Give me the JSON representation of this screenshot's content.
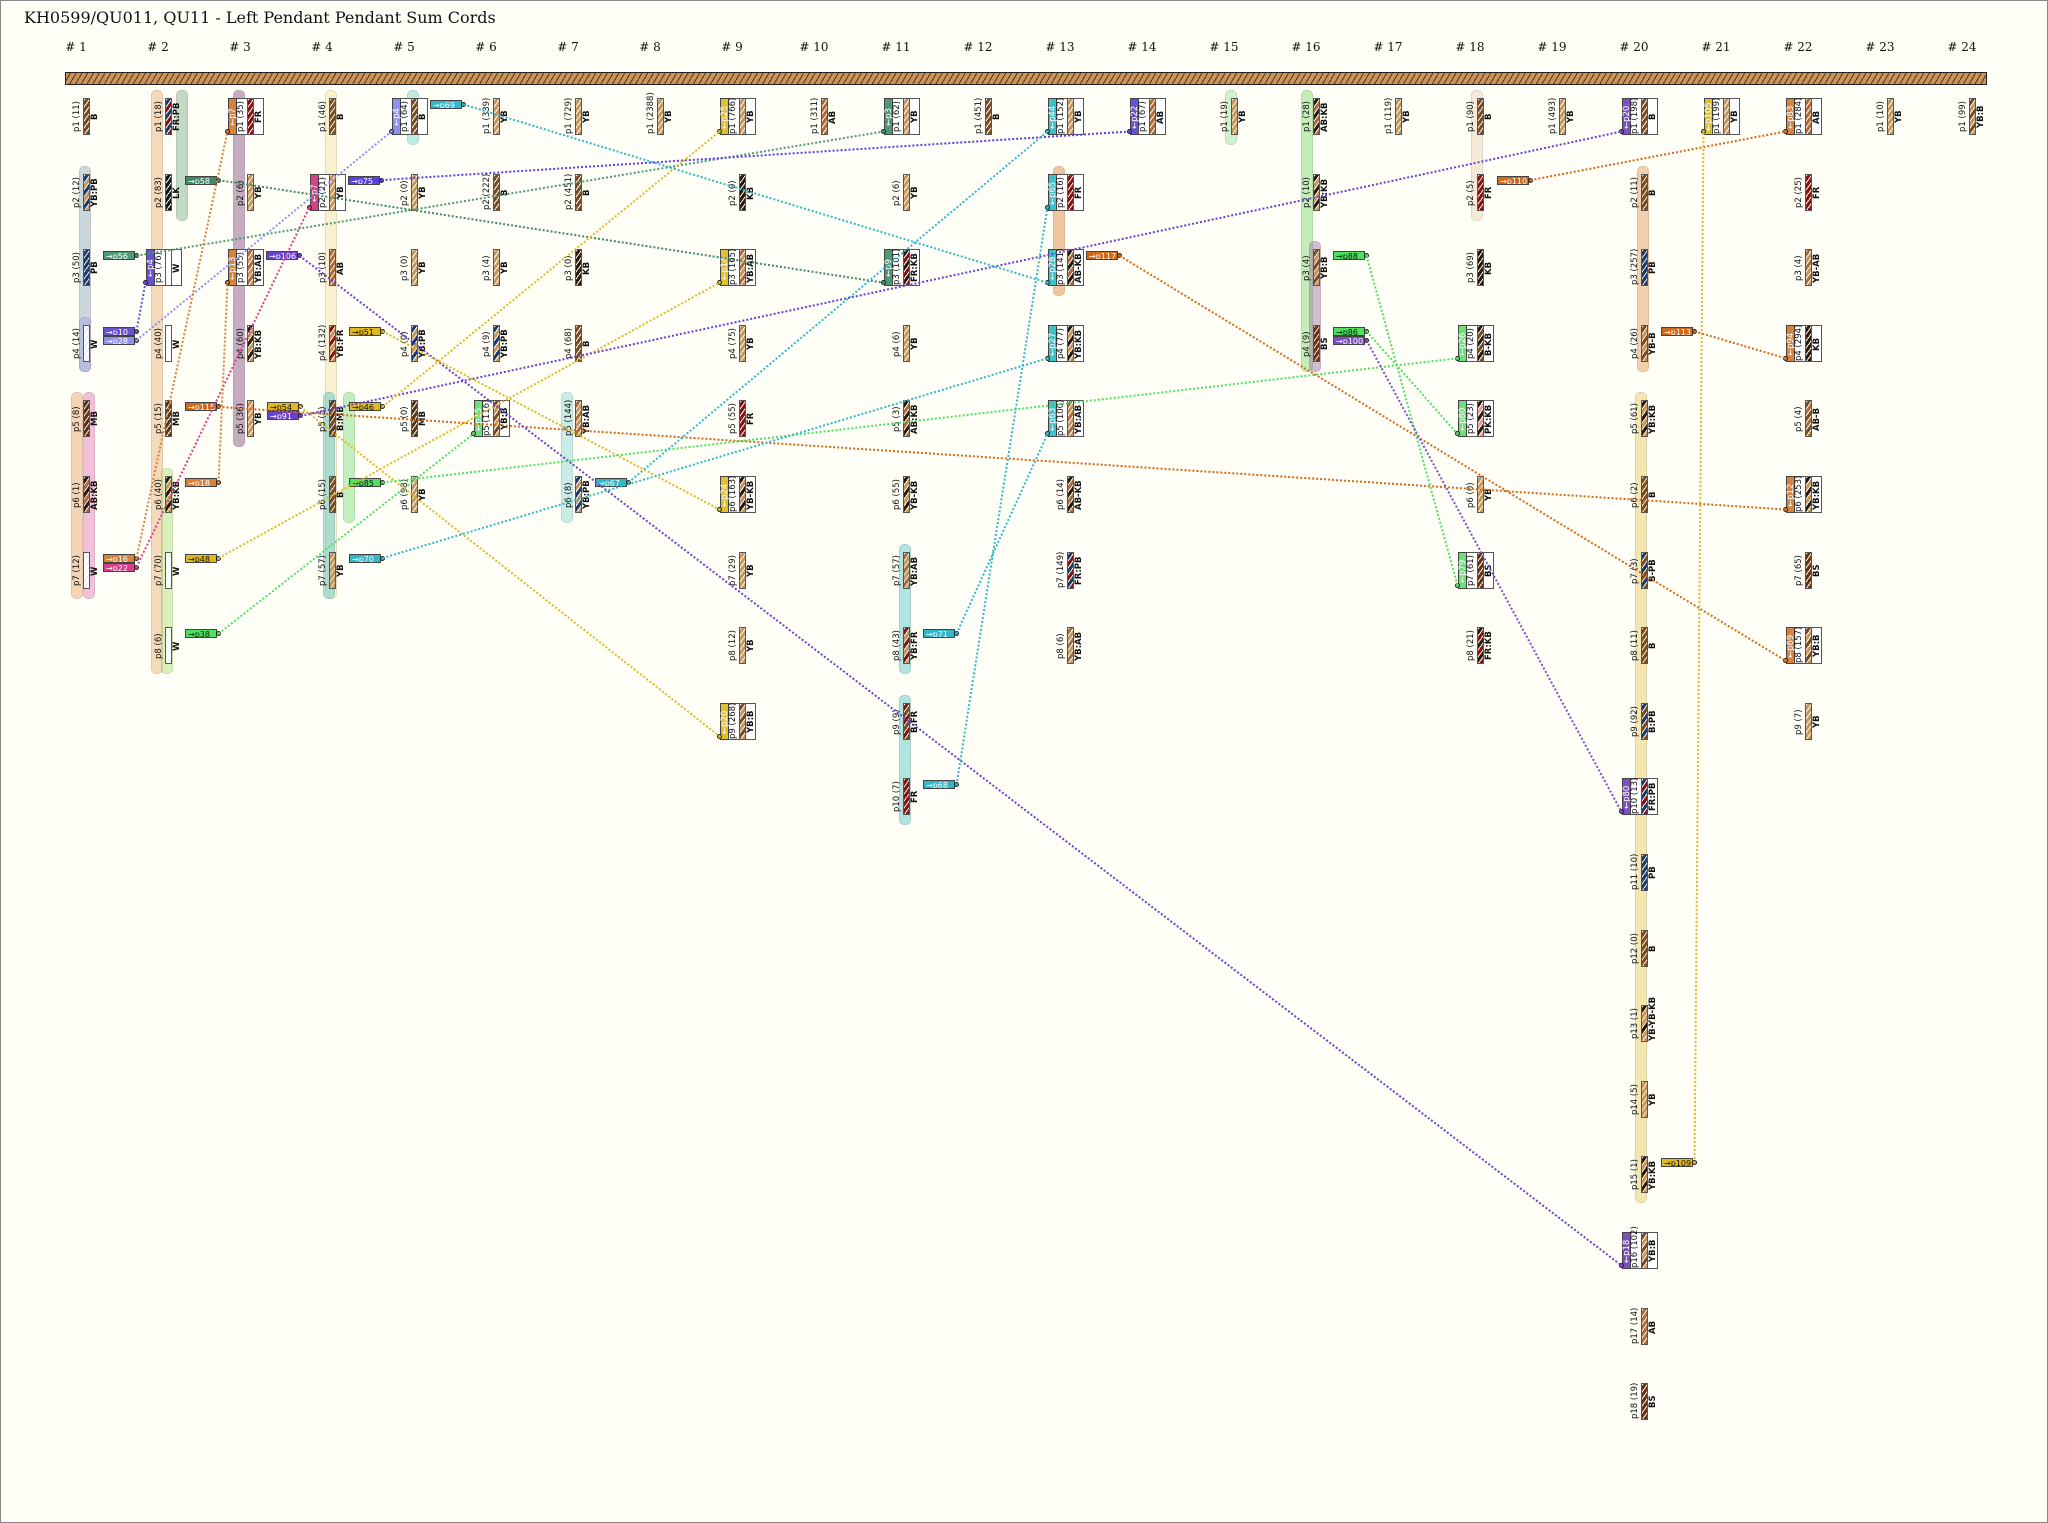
{
  "title": "KH0599/QU011, QU11 - Left Pendant Pendant Sum Cords",
  "color_codes": {
    "YB": "#c8955a",
    "B": "#7a4a22",
    "KB": "#2a1808",
    "AB": "#b06a3a",
    "FR": "#8a1010",
    "PB": "#1a3a6a",
    "W": "#ffffff",
    "MB": "#5a3418",
    "LK": "#111111",
    "BS": "#6a2e10",
    "PK": "#f09a9a"
  },
  "columns": [
    {
      "label": "# 1",
      "pendants": [
        {
          "l": "p1 (11)",
          "c": "B"
        },
        {
          "l": "p2 (12)",
          "c": "YB:PB"
        },
        {
          "l": "p3 (50)",
          "c": "PB",
          "out": [
            {
              "l": "→p56",
              "c": "#4e9a72"
            }
          ]
        },
        {
          "l": "p4 (14)",
          "c": "W",
          "out": [
            {
              "l": "→p10",
              "c": "#6a50d0"
            },
            {
              "l": "→p28",
              "c": "#8f8ff0"
            }
          ]
        },
        {
          "l": "p5 (8)",
          "c": "MB"
        },
        {
          "l": "p6 (1)",
          "c": "AB:KB"
        },
        {
          "l": "p7 (12)",
          "c": "W",
          "out": [
            {
              "l": "→p16",
              "c": "#d8823a"
            },
            {
              "l": "→p22",
              "c": "#d8408a"
            }
          ]
        }
      ]
    },
    {
      "label": "# 2",
      "pendants": [
        {
          "l": "p1 (18)",
          "c": "FR:PB"
        },
        {
          "l": "p2 (83)",
          "c": "LK",
          "out": [
            {
              "l": "→p58",
              "c": "#3e8a62"
            }
          ]
        },
        {
          "l": "p3 (76)",
          "c": "W",
          "in": "←p4",
          "ic": "#6a50d0"
        },
        {
          "l": "p4 (40)",
          "c": "W"
        },
        {
          "l": "p5 (15)",
          "c": "MB",
          "out": [
            {
              "l": "→p115",
              "c": "#d06a1a"
            }
          ]
        },
        {
          "l": "p6 (40)",
          "c": "YB:KB",
          "out": [
            {
              "l": "→p18",
              "c": "#d8823a"
            }
          ]
        },
        {
          "l": "p7 (70)",
          "c": "W",
          "out": [
            {
              "l": "→p48",
              "c": "#e0b820"
            }
          ]
        },
        {
          "l": "p8 (6)",
          "c": "W",
          "out": [
            {
              "l": "→p38",
              "c": "#4ee060"
            }
          ]
        }
      ]
    },
    {
      "label": "# 3",
      "pendants": [
        {
          "l": "p1 (35)",
          "c": "FR",
          "in": "←p7",
          "ic": "#d8823a"
        },
        {
          "l": "p2 (6)",
          "c": "YB"
        },
        {
          "l": "p3 (55)",
          "c": "YB:AB",
          "in": "←p13",
          "ic": "#d8823a",
          "out": [
            {
              "l": "→p106",
              "c": "#6a40d0"
            }
          ]
        },
        {
          "l": "p4 (60)",
          "c": "YB:KB"
        },
        {
          "l": "p5 (36)",
          "c": "YB",
          "out": [
            {
              "l": "→p54",
              "c": "#e0b820"
            },
            {
              "l": "→p91",
              "c": "#6a40d0"
            }
          ]
        }
      ]
    },
    {
      "label": "# 4",
      "pendants": [
        {
          "l": "p1 (46)",
          "c": "B"
        },
        {
          "l": "p2 (21)",
          "c": "YB",
          "in": "←p7",
          "ic": "#d8408a",
          "out": [
            {
              "l": "→p75",
              "c": "#5a40e0"
            }
          ]
        },
        {
          "l": "p3 (10)",
          "c": "AB"
        },
        {
          "l": "p4 (132)",
          "c": "YB:FR",
          "out": [
            {
              "l": "→p51",
              "c": "#e0b820"
            }
          ]
        },
        {
          "l": "p5 (5)",
          "c": "B:MB",
          "out": [
            {
              "l": "→p46",
              "c": "#e0b820"
            }
          ]
        },
        {
          "l": "p6 (15)",
          "c": "B",
          "out": [
            {
              "l": "→p85",
              "c": "#4ee060"
            }
          ]
        },
        {
          "l": "p7 (57)",
          "c": "YB",
          "out": [
            {
              "l": "→p70",
              "c": "#30b8c8"
            }
          ]
        }
      ]
    },
    {
      "label": "# 5",
      "pendants": [
        {
          "l": "p1 (64)",
          "c": "B",
          "in": "←p4",
          "ic": "#8f8ff0",
          "out": [
            {
              "l": "→p69",
              "c": "#30b8c8"
            }
          ]
        },
        {
          "l": "p2 (0)",
          "c": "YB"
        },
        {
          "l": "p3 (0)",
          "c": "YB"
        },
        {
          "l": "p4 (0)",
          "c": "YB:PB"
        },
        {
          "l": "p5 (0)",
          "c": "MB"
        },
        {
          "l": "p6 (98)",
          "c": "YB"
        }
      ]
    },
    {
      "label": "# 6",
      "pendants": [
        {
          "l": "p1 (339)",
          "c": "YB"
        },
        {
          "l": "p2 (222)",
          "c": "B"
        },
        {
          "l": "p3 (4)",
          "c": "YB"
        },
        {
          "l": "p4 (9)",
          "c": "YB:PB"
        },
        {
          "l": "p5 (116)",
          "c": "YB:B",
          "in": "←p15",
          "ic": "#6ee07a"
        }
      ]
    },
    {
      "label": "# 7",
      "pendants": [
        {
          "l": "p1 (729)",
          "c": "YB"
        },
        {
          "l": "p2 (451)",
          "c": "B"
        },
        {
          "l": "p3 (0)",
          "c": "KB"
        },
        {
          "l": "p4 (68)",
          "c": "B"
        },
        {
          "l": "p5 (144)",
          "c": "YB:AB"
        },
        {
          "l": "p6 (8)",
          "c": "YB:PB",
          "out": [
            {
              "l": "→p67",
              "c": "#30b8c8"
            }
          ]
        }
      ]
    },
    {
      "label": "# 8",
      "pendants": [
        {
          "l": "p1 (2388)",
          "c": "YB"
        }
      ]
    },
    {
      "label": "# 9",
      "pendants": [
        {
          "l": "p1 (766)",
          "c": "YB",
          "in": "←p25",
          "ic": "#e0c030"
        },
        {
          "l": "p2 (0)",
          "c": "KB"
        },
        {
          "l": "p3 (165)",
          "c": "YB:AB",
          "in": "←p14",
          "ic": "#e0c030"
        },
        {
          "l": "p4 (75)",
          "c": "YB"
        },
        {
          "l": "p5 (55)",
          "c": "FR"
        },
        {
          "l": "p6 (163)",
          "c": "YB-KB",
          "in": "←p24",
          "ic": "#e0c030"
        },
        {
          "l": "p7 (29)",
          "c": "YB"
        },
        {
          "l": "p8 (12)",
          "c": "YB"
        },
        {
          "l": "p9 (268)",
          "c": "YB:B",
          "in": "←p20",
          "ic": "#e0c030"
        }
      ]
    },
    {
      "label": "# 10",
      "pendants": [
        {
          "l": "p1 (311)",
          "c": "AB"
        }
      ]
    },
    {
      "label": "# 11",
      "pendants": [
        {
          "l": "p1 (62)",
          "c": "YB",
          "in": "←p3",
          "ic": "#4e9a72"
        },
        {
          "l": "p2 (6)",
          "c": "YB"
        },
        {
          "l": "p3 (101)",
          "c": "FR:KB",
          "in": "←p9",
          "ic": "#4e9a72"
        },
        {
          "l": "p4 (6)",
          "c": "YB"
        },
        {
          "l": "p5 (3)",
          "c": "AB:KB"
        },
        {
          "l": "p6 (55)",
          "c": "YB-KB"
        },
        {
          "l": "p7 (57)",
          "c": "YB:AB"
        },
        {
          "l": "p8 (43)",
          "c": "YB:FR",
          "out": [
            {
              "l": "→p71",
              "c": "#30b8c8"
            }
          ]
        },
        {
          "l": "p9 (9)",
          "c": "B:FR"
        },
        {
          "l": "p10 (7)",
          "c": "FR",
          "out": [
            {
              "l": "→p68",
              "c": "#30b8c8"
            }
          ]
        }
      ]
    },
    {
      "label": "# 12",
      "pendants": [
        {
          "l": "p1 (451)",
          "c": "B"
        }
      ]
    },
    {
      "label": "# 13",
      "pendants": [
        {
          "l": "p1 (152)",
          "c": "YB",
          "in": "←p44",
          "ic": "#40c0c8"
        },
        {
          "l": "p2 (16)",
          "c": "FR",
          "in": "←p65",
          "ic": "#40c0c8"
        },
        {
          "l": "p3 (141)",
          "c": "AB-KB",
          "in": "←p28",
          "ic": "#40c0c8",
          "out": [
            {
              "l": "→p117",
              "c": "#d06a1a"
            }
          ]
        },
        {
          "l": "p4 (77)",
          "c": "YB:KB",
          "in": "←p27",
          "ic": "#40c0c8"
        },
        {
          "l": "p5 (100)",
          "c": "YB:AB",
          "in": "←p63",
          "ic": "#40c0c8"
        },
        {
          "l": "p6 (14)",
          "c": "AB-KB"
        },
        {
          "l": "p7 (149)",
          "c": "FR:PB"
        },
        {
          "l": "p8 (6)",
          "c": "YB:AB"
        }
      ]
    },
    {
      "label": "# 14",
      "pendants": [
        {
          "l": "p1 (67)",
          "c": "AB",
          "in": "←p22",
          "ic": "#6a50d8"
        }
      ]
    },
    {
      "label": "# 15",
      "pendants": [
        {
          "l": "p1 (19)",
          "c": "YB"
        }
      ]
    },
    {
      "label": "# 16",
      "pendants": [
        {
          "l": "p1 (28)",
          "c": "AB:KB"
        },
        {
          "l": "p2 (10)",
          "c": "YB:KB"
        },
        {
          "l": "p3 (4)",
          "c": "YB:B",
          "out": [
            {
              "l": "→p88",
              "c": "#4ee060"
            }
          ]
        },
        {
          "l": "p4 (9)",
          "c": "BS",
          "out": [
            {
              "l": "→p86",
              "c": "#4ee060"
            },
            {
              "l": "→p100",
              "c": "#7c4fc4"
            }
          ]
        }
      ]
    },
    {
      "label": "# 17",
      "pendants": [
        {
          "l": "p1 (119)",
          "c": "YB"
        }
      ]
    },
    {
      "label": "# 18",
      "pendants": [
        {
          "l": "p1 (90)",
          "c": "B"
        },
        {
          "l": "p2 (5)",
          "c": "FR",
          "out": [
            {
              "l": "→p110",
              "c": "#d06a1a"
            }
          ]
        },
        {
          "l": "p3 (69)",
          "c": "KB"
        },
        {
          "l": "p4 (20)",
          "c": "B-KB",
          "in": "←p26",
          "ic": "#6ee07a"
        },
        {
          "l": "p5 (23)",
          "c": "PK:KB",
          "in": "←p80",
          "ic": "#6ee07a"
        },
        {
          "l": "p6 (0)",
          "c": "YB"
        },
        {
          "l": "p7 (61)",
          "c": "BS",
          "in": "←p79",
          "ic": "#6ee07a"
        },
        {
          "l": "p8 (21)",
          "c": "FR:KB"
        }
      ]
    },
    {
      "label": "# 19",
      "pendants": [
        {
          "l": "p1 (493)",
          "c": "YB"
        }
      ]
    },
    {
      "label": "# 20",
      "pendants": [
        {
          "l": "p1 (198)",
          "c": "B",
          "in": "←p20",
          "ic": "#7c4fc4"
        },
        {
          "l": "p2 (11)",
          "c": "B"
        },
        {
          "l": "p3 (257)",
          "c": "PB"
        },
        {
          "l": "p4 (26)",
          "c": "YB-B",
          "out": [
            {
              "l": "→p113",
              "c": "#d06a1a"
            }
          ]
        },
        {
          "l": "p5 (61)",
          "c": "YB:KB"
        },
        {
          "l": "p6 (2)",
          "c": "B"
        },
        {
          "l": "p7 (3)",
          "c": "B-PB"
        },
        {
          "l": "p8 (11)",
          "c": "B"
        },
        {
          "l": "p9 (92)",
          "c": "B:PB"
        },
        {
          "l": "p10 (13)",
          "c": "FR:PB",
          "in": "←p80",
          "ic": "#7c4fc4"
        },
        {
          "l": "p11 (10)",
          "c": "PB"
        },
        {
          "l": "p12 (0)",
          "c": "B"
        },
        {
          "l": "p13 (1)",
          "c": "YB-YB-KB"
        },
        {
          "l": "p14 (5)",
          "c": "YB"
        },
        {
          "l": "p15 (1)",
          "c": "YB:KB",
          "out": [
            {
              "l": "→p109",
              "c": "#e0b820"
            }
          ]
        },
        {
          "l": "p16 (102)",
          "c": "YB:B",
          "in": "←p18",
          "ic": "#7c4fc4"
        },
        {
          "l": "p17 (14)",
          "c": "AB"
        },
        {
          "l": "p18 (19)",
          "c": "BS"
        }
      ]
    },
    {
      "label": "# 21",
      "pendants": [
        {
          "l": "p1 (199)",
          "c": "YB",
          "in": "←p105",
          "ic": "#e0c030"
        }
      ]
    },
    {
      "label": "# 22",
      "pendants": [
        {
          "l": "p1 (284)",
          "c": "AB",
          "in": "←p83",
          "ic": "#d8823a"
        },
        {
          "l": "p2 (25)",
          "c": "FR"
        },
        {
          "l": "p3 (4)",
          "c": "YB-AB"
        },
        {
          "l": "p4 (294)",
          "c": "KB",
          "in": "←p94",
          "ic": "#d8823a"
        },
        {
          "l": "p5 (4)",
          "c": "AB-B"
        },
        {
          "l": "p6 (253)",
          "c": "YB:KB",
          "in": "←p12",
          "ic": "#d8823a"
        },
        {
          "l": "p7 (65)",
          "c": "BS"
        },
        {
          "l": "p8 (157)",
          "c": "YB:B",
          "in": "←p69",
          "ic": "#d8823a"
        },
        {
          "l": "p9 (7)",
          "c": "YB"
        }
      ]
    },
    {
      "label": "# 23",
      "pendants": [
        {
          "l": "p1 (10)",
          "c": "YB"
        }
      ]
    },
    {
      "label": "# 24",
      "pendants": [
        {
          "l": "p1 (99)",
          "c": "YB:B"
        }
      ]
    }
  ],
  "links": [
    {
      "from": [
        1,
        3,
        0
      ],
      "to": [
        11,
        1
      ]
    },
    {
      "from": [
        1,
        4,
        0
      ],
      "to": [
        2,
        3
      ]
    },
    {
      "from": [
        1,
        4,
        1
      ],
      "to": [
        5,
        1
      ]
    },
    {
      "from": [
        1,
        7,
        0
      ],
      "to": [
        3,
        1
      ]
    },
    {
      "from": [
        1,
        7,
        1
      ],
      "to": [
        4,
        2
      ]
    },
    {
      "from": [
        2,
        2,
        0
      ],
      "to": [
        11,
        3
      ]
    },
    {
      "from": [
        2,
        5,
        0
      ],
      "to": [
        22,
        6
      ]
    },
    {
      "from": [
        2,
        6,
        0
      ],
      "to": [
        3,
        3
      ]
    },
    {
      "from": [
        2,
        7,
        0
      ],
      "to": [
        9,
        3
      ]
    },
    {
      "from": [
        2,
        8,
        0
      ],
      "to": [
        6,
        5
      ]
    },
    {
      "from": [
        3,
        3,
        0
      ],
      "to": [
        20,
        16
      ]
    },
    {
      "from": [
        3,
        5,
        0
      ],
      "to": [
        9,
        9
      ]
    },
    {
      "from": [
        3,
        5,
        1
      ],
      "to": [
        20,
        1
      ]
    },
    {
      "from": [
        4,
        2,
        0
      ],
      "to": [
        14,
        1
      ]
    },
    {
      "from": [
        4,
        4,
        0
      ],
      "to": [
        9,
        6
      ]
    },
    {
      "from": [
        4,
        5,
        0
      ],
      "to": [
        9,
        1
      ]
    },
    {
      "from": [
        4,
        6,
        0
      ],
      "to": [
        18,
        4
      ]
    },
    {
      "from": [
        4,
        7,
        0
      ],
      "to": [
        13,
        4
      ]
    },
    {
      "from": [
        5,
        1,
        0
      ],
      "to": [
        13,
        3
      ]
    },
    {
      "from": [
        7,
        6,
        0
      ],
      "to": [
        13,
        1
      ]
    },
    {
      "from": [
        11,
        8,
        0
      ],
      "to": [
        13,
        5
      ]
    },
    {
      "from": [
        11,
        10,
        0
      ],
      "to": [
        13,
        2
      ]
    },
    {
      "from": [
        13,
        3,
        0
      ],
      "to": [
        22,
        8
      ]
    },
    {
      "from": [
        16,
        3,
        0
      ],
      "to": [
        18,
        7
      ]
    },
    {
      "from": [
        16,
        4,
        0
      ],
      "to": [
        18,
        5
      ]
    },
    {
      "from": [
        16,
        4,
        1
      ],
      "to": [
        20,
        10
      ]
    },
    {
      "from": [
        18,
        2,
        0
      ],
      "to": [
        22,
        1
      ]
    },
    {
      "from": [
        20,
        4,
        0
      ],
      "to": [
        22,
        4
      ]
    },
    {
      "from": [
        20,
        15,
        0
      ],
      "to": [
        21,
        1
      ]
    }
  ]
}
